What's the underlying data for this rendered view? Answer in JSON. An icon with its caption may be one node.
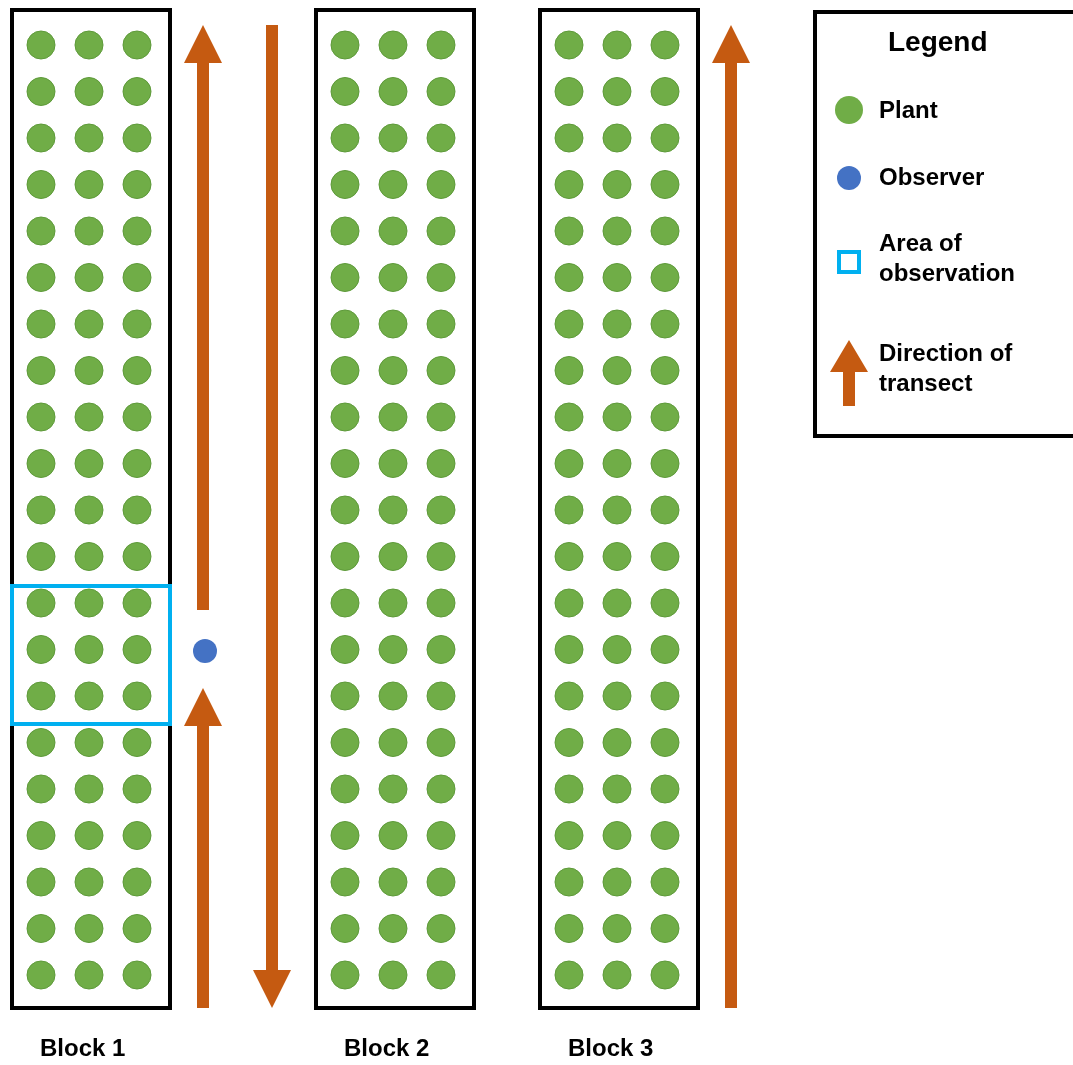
{
  "diagram": {
    "nodes": [
      {
        "text": [
          "Block 1"
        ]
      },
      {
        "text": [],
        "shape": "box",
        "in": 0
      },
      {
        "text": [],
        "shape": "circle"
      },
      {
        "text": [
          "Block 2"
        ]
      },
      {
        "text": [
          "Block 3"
        ]
      }
    ],
    "labels": [
      "Legend"
    ],
    "legend": [
      {
        "text": "Plant"
      },
      {
        "text": "Observer"
      },
      {
        "text": "Area of observation"
      },
      {
        "text": "Direction of transect"
      }
    ]
  }
}
